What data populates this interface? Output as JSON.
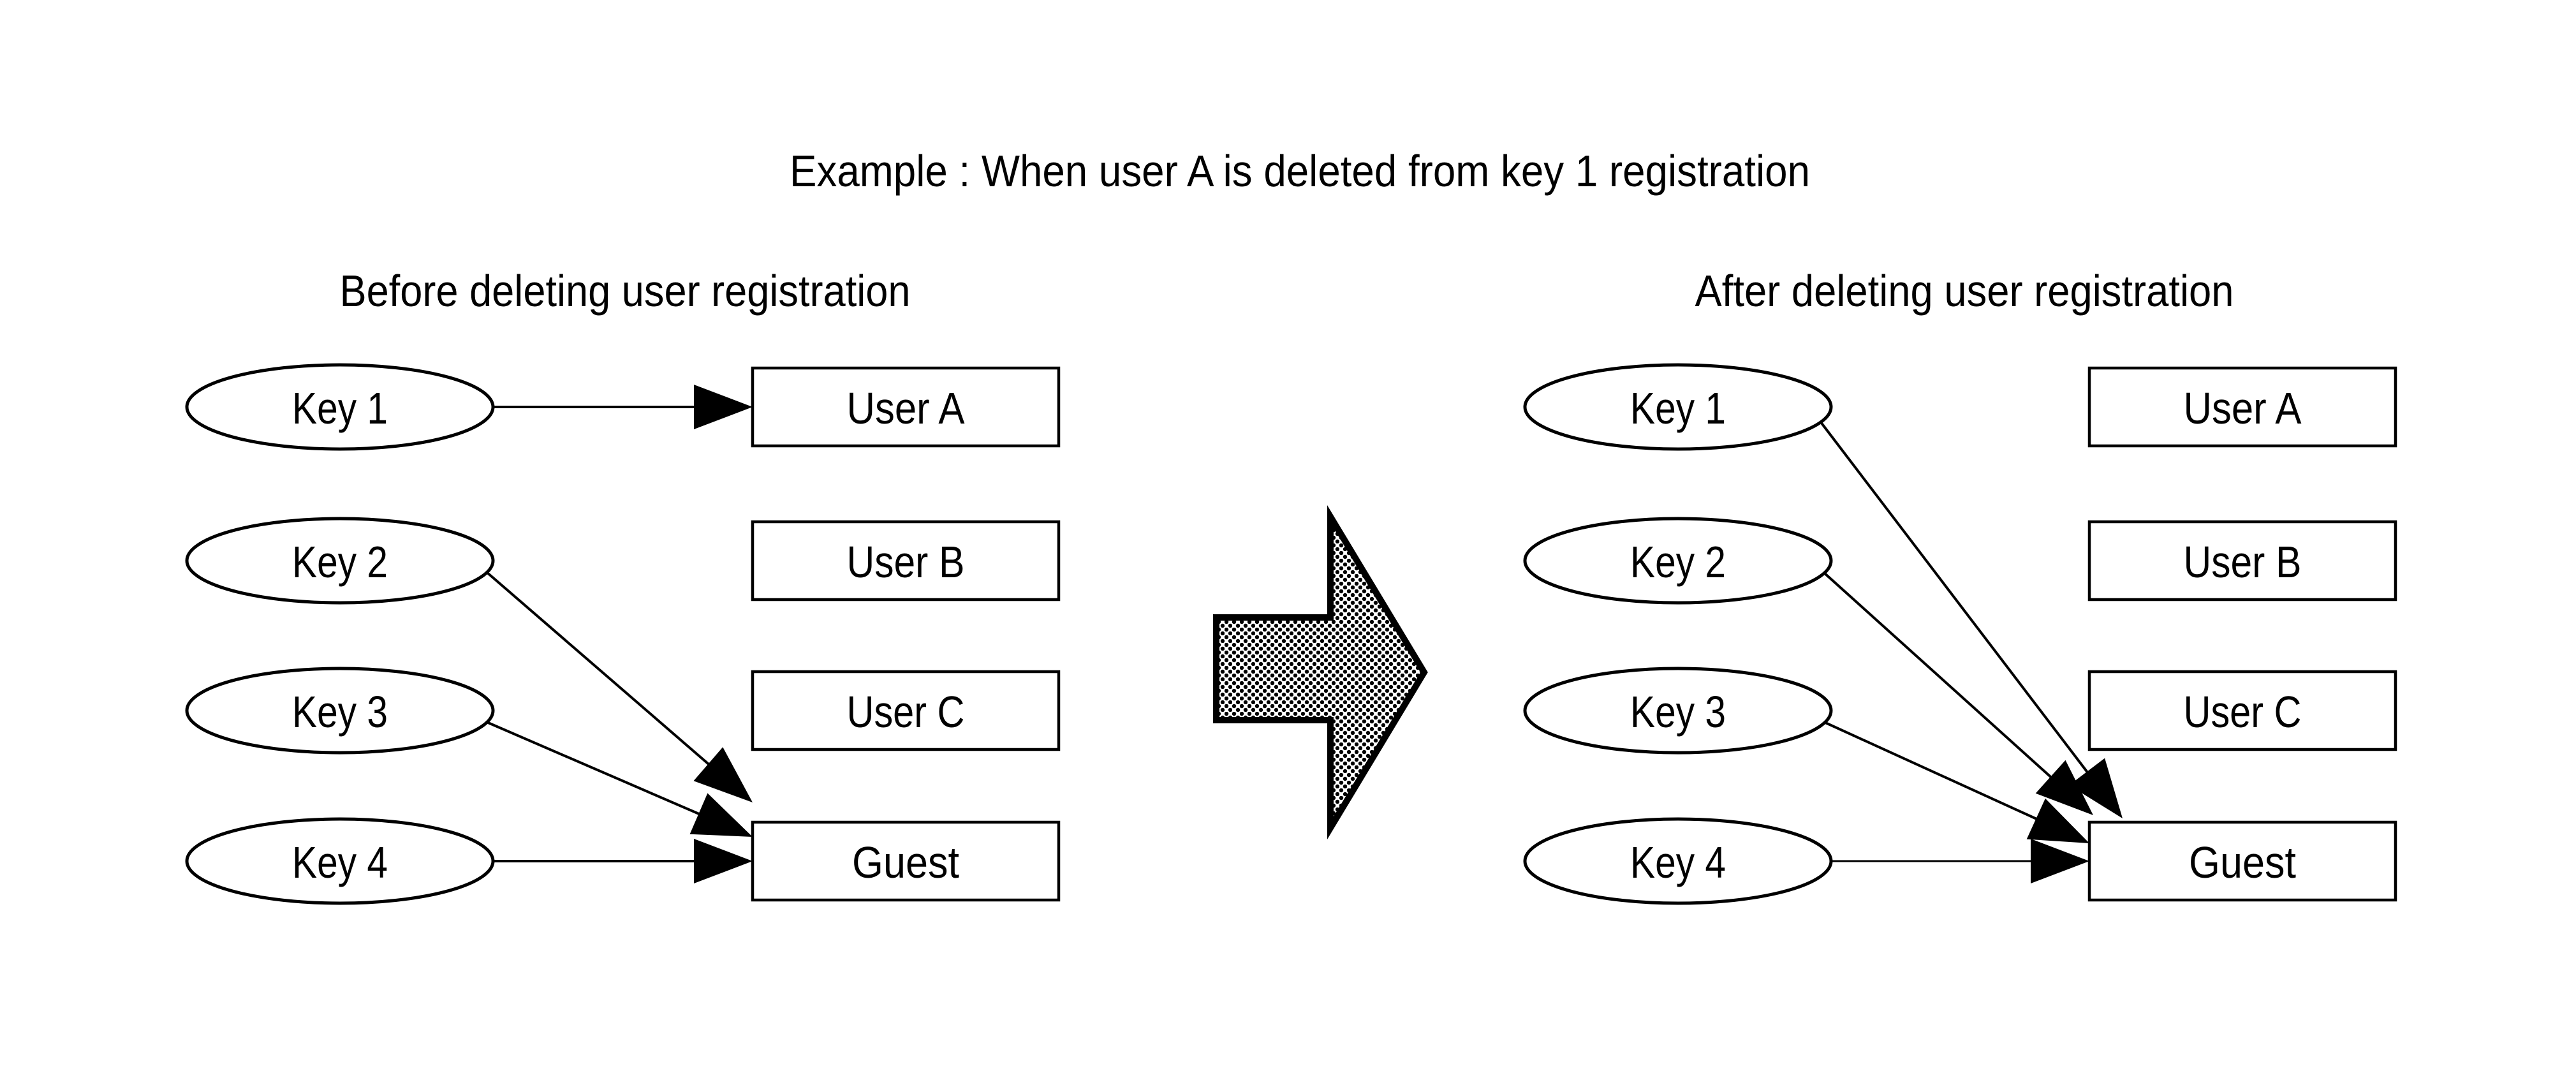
{
  "title": "Example : When user A is deleted from key 1 registration",
  "colors": {
    "ink": "#000000",
    "background": "#ffffff"
  },
  "center_arrow": {
    "direction": "right",
    "fill_style": "halftone-dots"
  },
  "panels": {
    "before": {
      "heading": "Before deleting user registration",
      "keys": [
        "Key 1",
        "Key 2",
        "Key 3",
        "Key 4"
      ],
      "users": [
        "User A",
        "User B",
        "User C",
        "Guest"
      ],
      "connections": [
        {
          "from": "Key 1",
          "to": "User A"
        },
        {
          "from": "Key 2",
          "to": "Guest"
        },
        {
          "from": "Key 3",
          "to": "Guest"
        },
        {
          "from": "Key 4",
          "to": "Guest"
        }
      ]
    },
    "after": {
      "heading": "After deleting user registration",
      "keys": [
        "Key 1",
        "Key 2",
        "Key 3",
        "Key 4"
      ],
      "users": [
        "User A",
        "User B",
        "User C",
        "Guest"
      ],
      "connections": [
        {
          "from": "Key 1",
          "to": "Guest"
        },
        {
          "from": "Key 2",
          "to": "Guest"
        },
        {
          "from": "Key 3",
          "to": "Guest"
        },
        {
          "from": "Key 4",
          "to": "Guest"
        }
      ]
    }
  }
}
